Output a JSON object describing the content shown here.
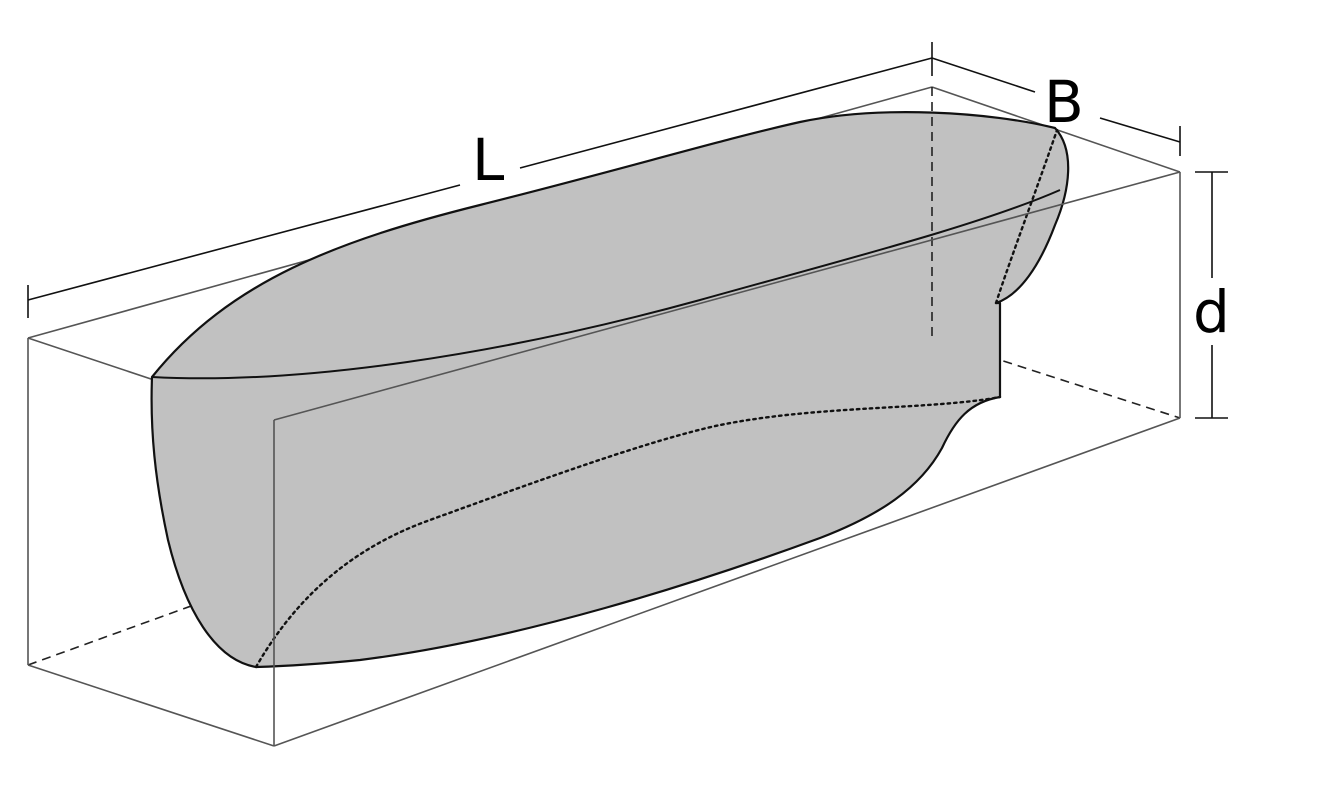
{
  "dimensions": {
    "length_label": "L",
    "beam_label": "B",
    "draft_label": "d"
  },
  "colors": {
    "hull_fill": "#c1c1c1",
    "outline": "#111111",
    "box": "#555555",
    "background": "#ffffff"
  }
}
